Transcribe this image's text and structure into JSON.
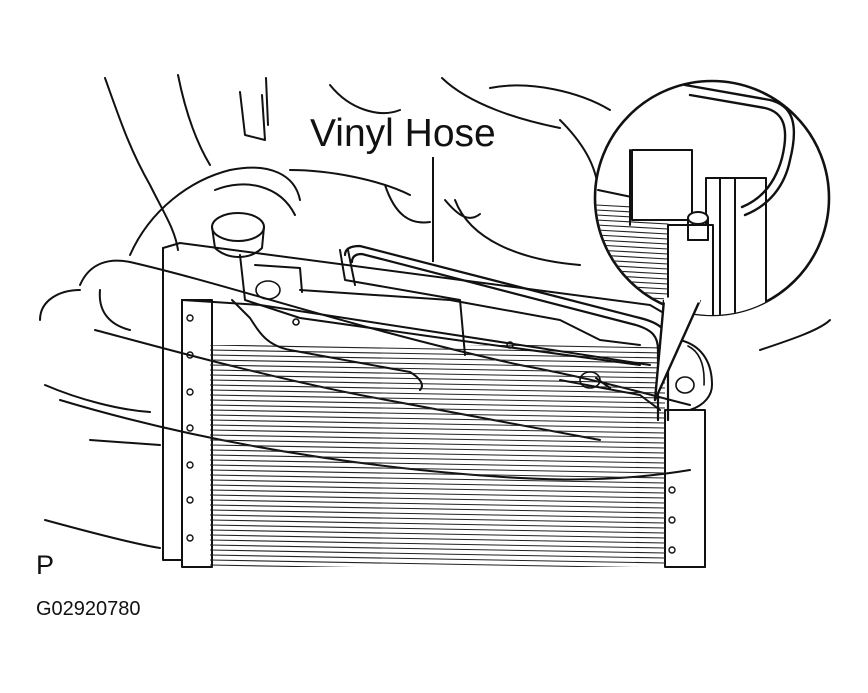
{
  "callout": {
    "label": "Vinyl Hose"
  },
  "view_marker": "P",
  "figure_code": "G02920780"
}
